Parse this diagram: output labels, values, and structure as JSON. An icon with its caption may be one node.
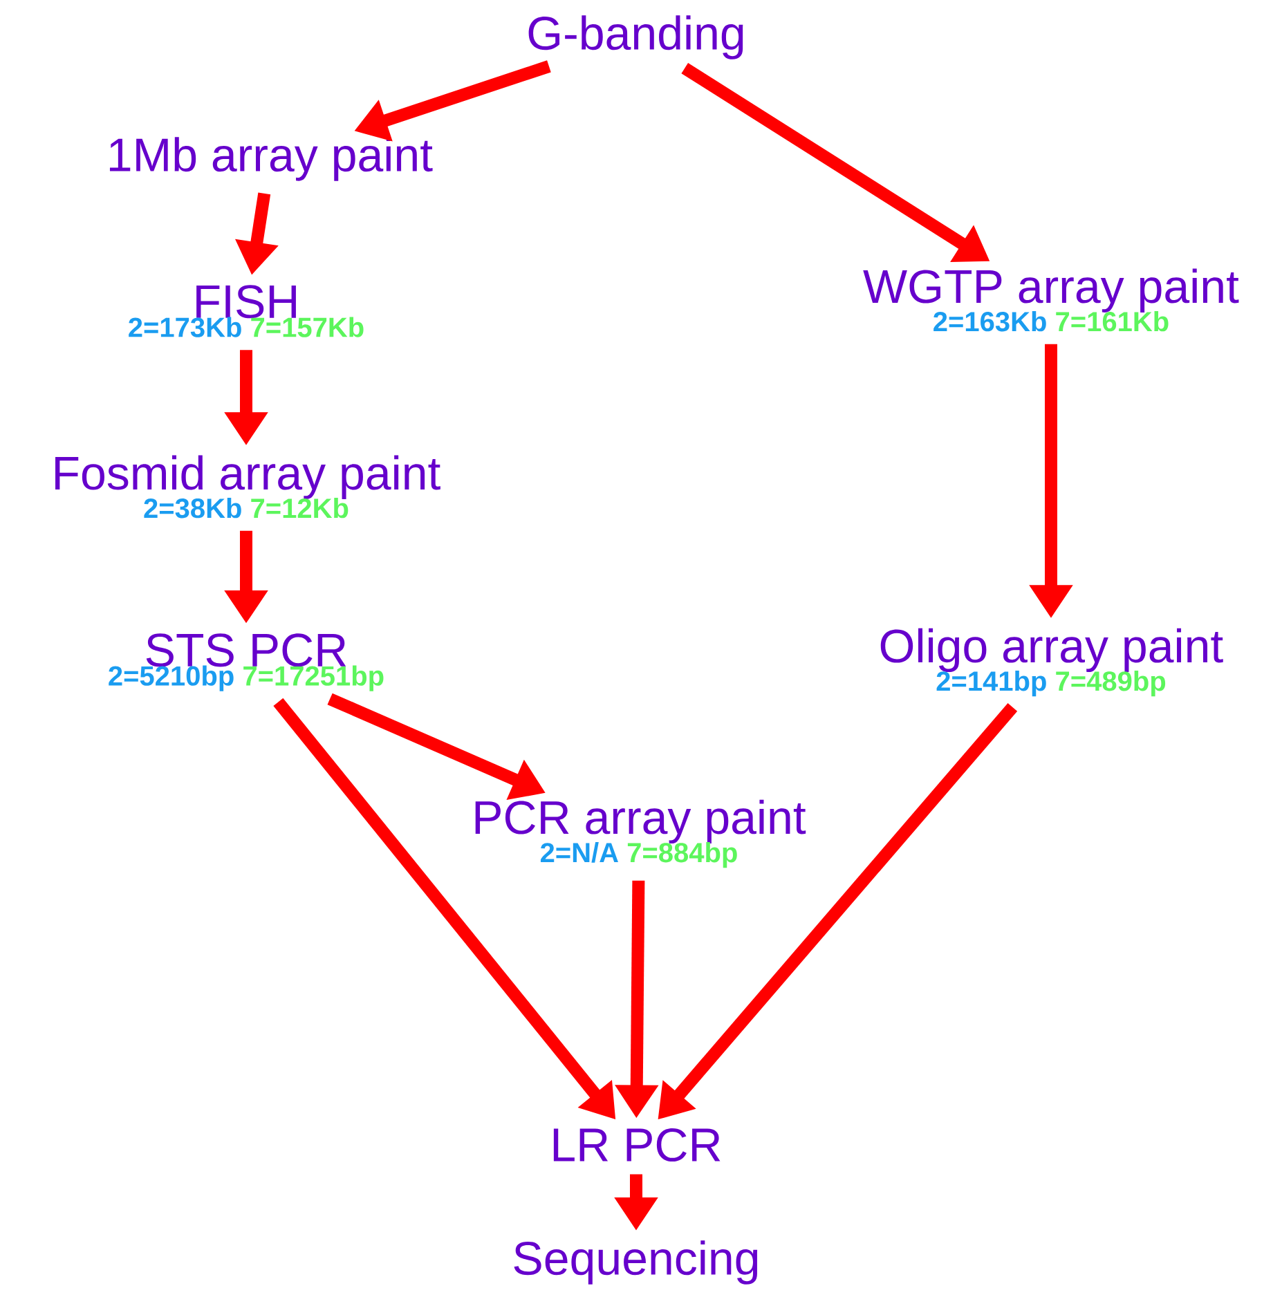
{
  "diagram": {
    "nodes": [
      {
        "text": [
          "G-banding"
        ]
      },
      {
        "text": [
          "1Mb array paint"
        ]
      },
      {
        "text": [
          "FISH",
          "2=173Kb",
          "7=157Kb"
        ]
      },
      {
        "text": [
          "Fosmid array paint",
          "2=38Kb",
          "7=12Kb"
        ]
      },
      {
        "text": [
          "STS PCR",
          "2=5210bp",
          "7=17251bp"
        ]
      },
      {
        "text": [
          "WGTP array paint",
          "2=163Kb",
          "7=161Kb"
        ]
      },
      {
        "text": [
          "Oligo array paint",
          "2=141bp",
          "7=489bp"
        ]
      },
      {
        "text": [
          "PCR array paint",
          "2=N/A",
          "7=884bp"
        ]
      },
      {
        "text": [
          "LR PCR"
        ]
      },
      {
        "text": [
          "Sequencing"
        ]
      }
    ],
    "edges": [
      {
        "from": 0,
        "to": 1,
        "arrow": "to"
      },
      {
        "from": 0,
        "to": 5,
        "arrow": "to"
      },
      {
        "from": 1,
        "to": 2,
        "arrow": "to"
      },
      {
        "from": 2,
        "to": 3,
        "arrow": "to"
      },
      {
        "from": 3,
        "to": 4,
        "arrow": "to"
      },
      {
        "from": 4,
        "to": 7,
        "arrow": "to"
      },
      {
        "from": 4,
        "to": 8,
        "arrow": "to"
      },
      {
        "from": 5,
        "to": 6,
        "arrow": "to"
      },
      {
        "from": 6,
        "to": 8,
        "arrow": "to"
      },
      {
        "from": 7,
        "to": 8,
        "arrow": "to"
      },
      {
        "from": 8,
        "to": 9,
        "arrow": "to"
      }
    ]
  }
}
